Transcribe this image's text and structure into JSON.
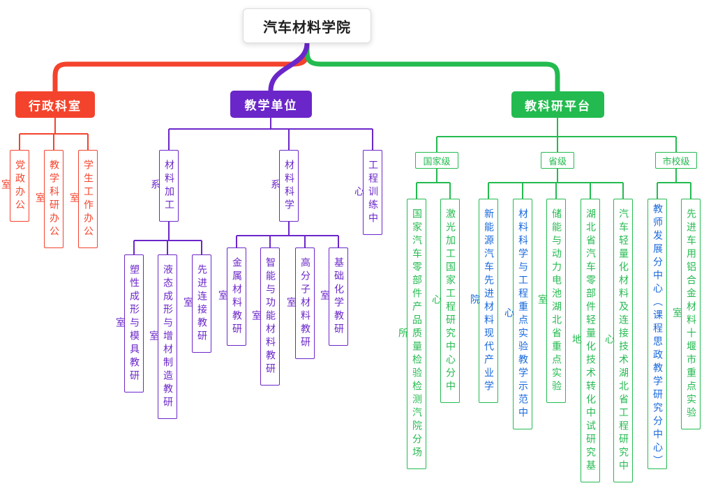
{
  "root": {
    "label": "汽车材料学院"
  },
  "branches": {
    "admin": {
      "label": "行政科室",
      "children": [
        {
          "label": "党政办公室"
        },
        {
          "label": "教学科研办公室"
        },
        {
          "label": "学生工作办公室"
        }
      ]
    },
    "teaching": {
      "label": "教学单位",
      "children": [
        {
          "label": "材料加工系",
          "children": [
            {
              "label": "塑性成形与模具教研室"
            },
            {
              "label": "液态成形与增材制造教研室"
            },
            {
              "label": "先进连接教研室"
            }
          ]
        },
        {
          "label": "材料科学系",
          "children": [
            {
              "label": "金属材料教研室"
            },
            {
              "label": "智能与功能材料教研室"
            },
            {
              "label": "高分子材料教研室"
            },
            {
              "label": "基础化学教研室"
            }
          ]
        },
        {
          "label": "工程训练中心"
        }
      ]
    },
    "research": {
      "label": "教科研平台",
      "children": [
        {
          "label": "国家级",
          "children": [
            {
              "label": "国家汽车零部件产品质量检验检测汽院分场所"
            },
            {
              "label": "激光加工国家工程研究中心分中心"
            }
          ]
        },
        {
          "label": "省级",
          "children": [
            {
              "label": "新能源汽车先进材料现代产业学院",
              "text_color": "blue"
            },
            {
              "label": "材料科学与工程重点实验教学示范中心",
              "text_color": "blue"
            },
            {
              "label": "储能与动力电池湖北省重点实验室"
            },
            {
              "label": "湖北省汽车零部件轻量化技术转化中试研究基地"
            },
            {
              "label": "汽车轻量化材料及连接技术湖北省工程研究中心"
            }
          ]
        },
        {
          "label": "市校级",
          "children": [
            {
              "label": "教师发展分中心（课程思政教学研究分中心）",
              "text_color": "blue"
            },
            {
              "label": "先进车用铝合金材料十堰市重点实验室"
            }
          ]
        }
      ]
    }
  },
  "colors": {
    "red": "#f4432c",
    "purple": "#6b26c9",
    "green": "#23bb4f",
    "blue": "#1668dc"
  }
}
